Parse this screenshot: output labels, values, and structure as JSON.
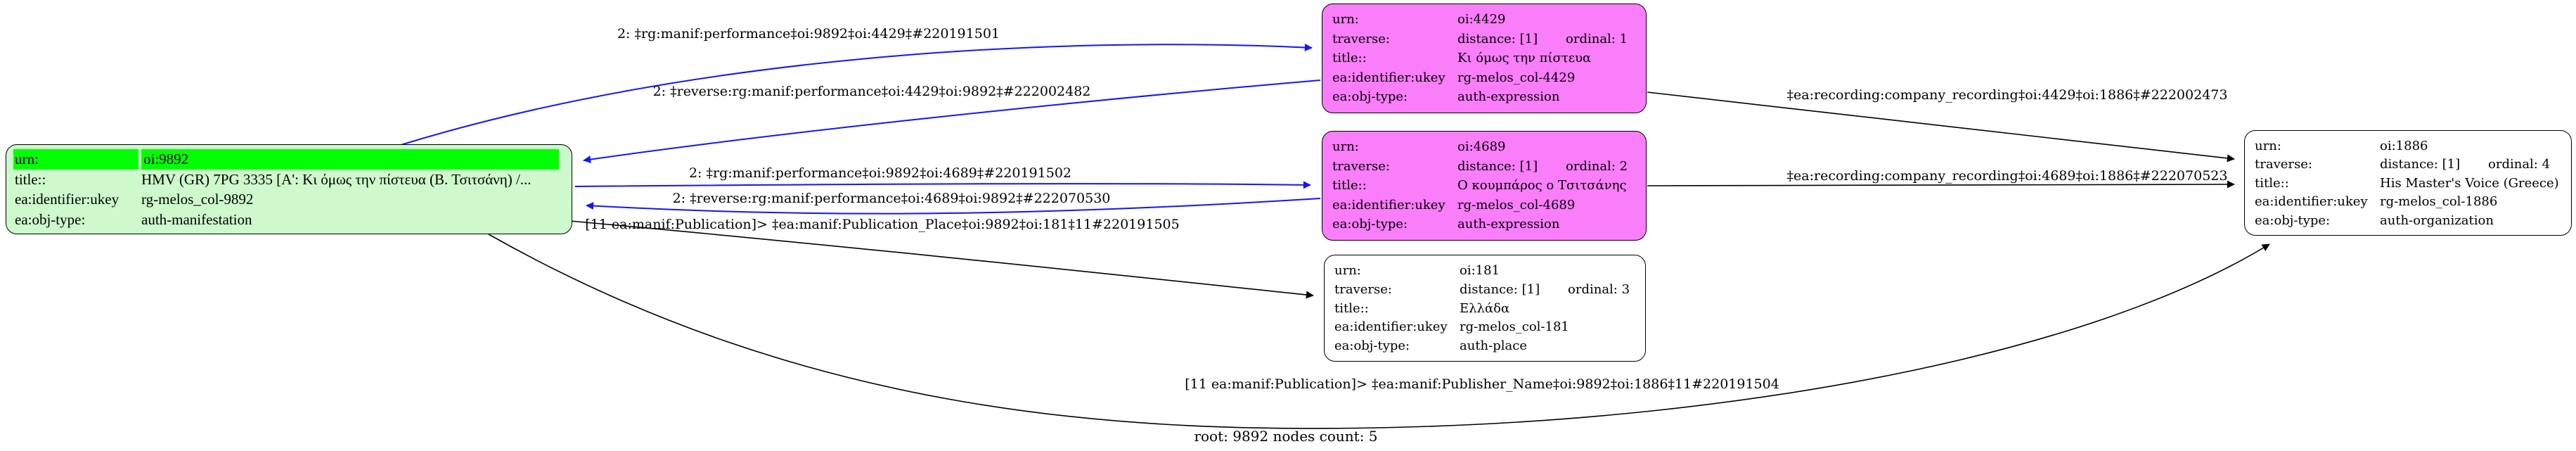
{
  "graph": {
    "root_label": "root: 9892 nodes count: 5"
  },
  "colors": {
    "root_fill": "#cdf9cd",
    "root_highlight": "#00ff00",
    "traversed_fill_expression": "#fa7dfa",
    "traversed_fill_plain": "#ffffff",
    "edge_blue": "#1414ff",
    "edge_black": "#000000"
  },
  "nodes": {
    "n9892": {
      "urn_label": "urn:",
      "urn_value": "oi:9892",
      "title_label": "title::",
      "title_value": "HMV (GR) 7PG 3335 [Α': Κι όμως την πίστευα (Β. Τσιτσάνη) /...",
      "ukey_label": "ea:identifier:ukey",
      "ukey_value": "rg-melos_col-9892",
      "type_label": "ea:obj-type:",
      "type_value": "auth-manifestation"
    },
    "n4429": {
      "urn_label": "urn:",
      "urn_value": "oi:4429",
      "trav_label": "traverse:",
      "distance": "distance: [1]",
      "ordinal": "ordinal: 1",
      "title_label": "title::",
      "title_value": "Κι όμως την πίστευα",
      "ukey_label": "ea:identifier:ukey",
      "ukey_value": "rg-melos_col-4429",
      "type_label": "ea:obj-type:",
      "type_value": "auth-expression"
    },
    "n4689": {
      "urn_label": "urn:",
      "urn_value": "oi:4689",
      "trav_label": "traverse:",
      "distance": "distance: [1]",
      "ordinal": "ordinal: 2",
      "title_label": "title::",
      "title_value": "Ο κουμπάρος ο Τσιτσάνης",
      "ukey_label": "ea:identifier:ukey",
      "ukey_value": "rg-melos_col-4689",
      "type_label": "ea:obj-type:",
      "type_value": "auth-expression"
    },
    "n181": {
      "urn_label": "urn:",
      "urn_value": "oi:181",
      "trav_label": "traverse:",
      "distance": "distance: [1]",
      "ordinal": "ordinal: 3",
      "title_label": "title::",
      "title_value": "Ελλάδα",
      "ukey_label": "ea:identifier:ukey",
      "ukey_value": "rg-melos_col-181",
      "type_label": "ea:obj-type:",
      "type_value": "auth-place"
    },
    "n1886": {
      "urn_label": "urn:",
      "urn_value": "oi:1886",
      "trav_label": "traverse:",
      "distance": "distance: [1]",
      "ordinal": "ordinal: 4",
      "title_label": "title::",
      "title_value": "His Master's Voice (Greece)",
      "ukey_label": "ea:identifier:ukey",
      "ukey_value": "rg-melos_col-1886",
      "type_label": "ea:obj-type:",
      "type_value": "auth-organization"
    }
  },
  "edges": {
    "perf_4429": "2: ‡rg:manif:performance‡oi:9892‡oi:4429‡#220191501",
    "rev_4429": "2: ‡reverse:rg:manif:performance‡oi:4429‡oi:9892‡#222002482",
    "perf_4689": "2: ‡rg:manif:performance‡oi:9892‡oi:4689‡#220191502",
    "rev_4689": "2: ‡reverse:rg:manif:performance‡oi:4689‡oi:9892‡#222070530",
    "pub_place": "[11 ea:manif:Publication]> ‡ea:manif:Publication_Place‡oi:9892‡oi:181‡11#220191505",
    "company_4429": "‡ea:recording:company_recording‡oi:4429‡oi:1886‡#222002473",
    "company_4689": "‡ea:recording:company_recording‡oi:4689‡oi:1886‡#222070523",
    "publisher_name": "[11 ea:manif:Publication]> ‡ea:manif:Publisher_Name‡oi:9892‡oi:1886‡11#220191504"
  }
}
